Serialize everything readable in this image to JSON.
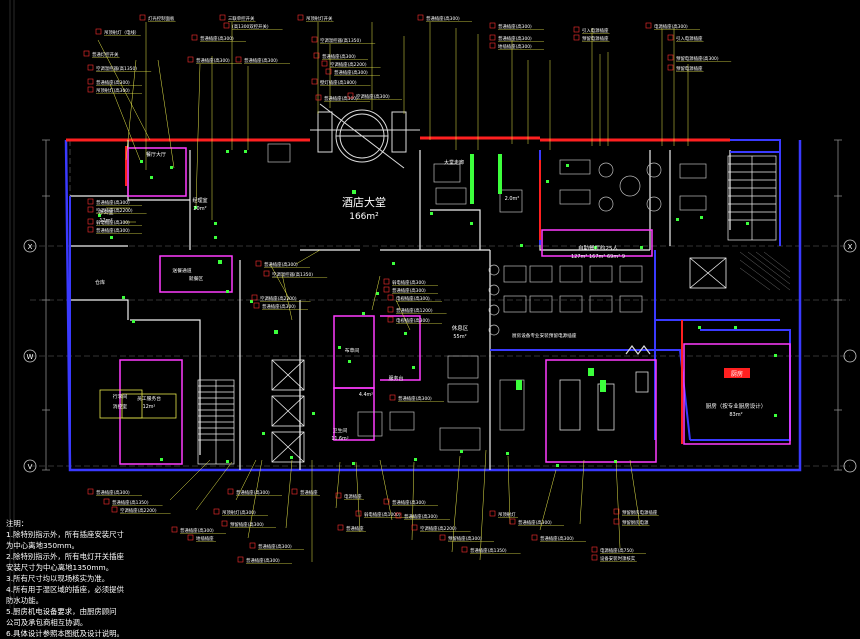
{
  "colors": {
    "background": "#000000",
    "wall_blue": "#3a3aff",
    "wall_white": "#f0f0f0",
    "wall_red": "#ff2020",
    "magenta": "#ff3cff",
    "green_device": "#3cff3c",
    "yellow_leader": "#e8e84a",
    "dim_gray": "#8a8a8a",
    "cyan": "#40e0ff",
    "tag_red": "#ff3030"
  },
  "icons": [
    "grid-axis-bubble-icon",
    "light-switch-icon",
    "furniture-symbol-icon",
    "stair-icon",
    "elevator-icon"
  ],
  "grid_labels": [
    "X",
    "X",
    "W",
    "V"
  ],
  "rooms": {
    "lobby_name": "酒店大堂",
    "lobby_area": "166m²",
    "north_room": "餐厅大厅",
    "east_room_a": "2.0m²",
    "dining_room": "自助餐厅约25人",
    "dining_room_area": "127m² 167m² 69m² 9",
    "kitchen": "厨房（按专业厨房设计）",
    "kitchen_area": "83m²",
    "corridor_hall": "大堂走廊",
    "office": "办公室",
    "office_area": "12m²",
    "storage": "仓库",
    "manager": "经理室",
    "manager_area": "20m²",
    "west_room_1": "行李间",
    "west_room_2": "员工服务台",
    "west_room_3": "消控室",
    "west_room_area": "12m²",
    "lounge": "休息区",
    "lounge_area": "55m²",
    "service": "服务台",
    "pantry_1": "布草间",
    "pantry_1_area": "4.4m²",
    "pantry_2": "卫生间",
    "pantry_2_area": "11.6m²",
    "yellow_box_1": "送餐通道",
    "yellow_box_2": "就餐区",
    "red_sign": "厨房"
  },
  "callouts": {
    "left": [
      "吊顶射灯（电线）",
      "普通灯控开关",
      "空调温控器(高1350)",
      "普通插座(高300)",
      "吊顶射灯(高300)",
      "普通插座(高300)",
      "空调插座(高2200)",
      "弱电插座(高300)",
      "普通插座(高300)"
    ],
    "top": [
      "灯光控制面板",
      "三联单控开关",
      "(高1300双控开关)",
      "普通插座(高300)",
      "普通插座(高300)",
      "普通插座(高300)",
      "吊顶射灯开关",
      "空调温控器(高1350)",
      "普通插座(高300)",
      "空调插座(高2200)",
      "普通插座(高300)",
      "壁灯插座(高1800)",
      "普通插座(高300)",
      "空调插座(高300)"
    ],
    "top_right": [
      "普通插座(高300)",
      "普通插座(高300)",
      "普通插座(高300)",
      "地插插座(高300)",
      "引入电源插座",
      "预留电源插座",
      "电源插座(高300)",
      "引入电源插座",
      "预留电源插座(高300)",
      "预留电源插座"
    ],
    "middle": [
      "普通插座(高300)",
      "空调温控器(高1350)",
      "空调插座(高2200)",
      "普通插座(高300)",
      "弱电插座(高300)",
      "普通插座(高300)",
      "电视插座(高300)",
      "普通插座(高1200)",
      "电视插座(高300)",
      "普通插座(高300)"
    ],
    "bottom": [
      "普通插座(高300)",
      "普通插座(高1350)",
      "空调插座(高2200)",
      "普通插座(高300)",
      "地插插座",
      "普通插座(高300)",
      "吊顶射灯(高300)",
      "预留插座(高300)",
      "普通插座(高300)",
      "普通插座(高300)",
      "普通插座",
      "电源插座",
      "普通插座",
      "弱电插座(高1000)",
      "普通插座(高300)",
      "普通插座(高300)",
      "空调插座(高2200)",
      "预留插座(高300)",
      "普通插座(高1350)",
      "吊顶射灯",
      "普通插座(高300)",
      "普通插座(高300)"
    ],
    "bottom_right": [
      "预留厨房电源插座",
      "预留厨房电源",
      "电源插座(高750)",
      "设备安装时须核实"
    ],
    "kitchen_note": "厨房设备专业安装预留电源插座"
  },
  "notes": [
    "注明：",
    "1.除特别指示外，所有插座安装尺寸",
    "为中心离地350mm。",
    "2.除特别指示外，所有电灯开关插座",
    "安装尺寸为中心离地1350mm。",
    "3.所有尺寸均以现场核实为准。",
    "4.所有用于湿区域的插座，必须提供",
    "防水功能。",
    "5.厨房机电设备要求，由厨房顾问",
    "公司及承包商相互协调。",
    "6.具体设计参照本图纸及设计说明。"
  ]
}
